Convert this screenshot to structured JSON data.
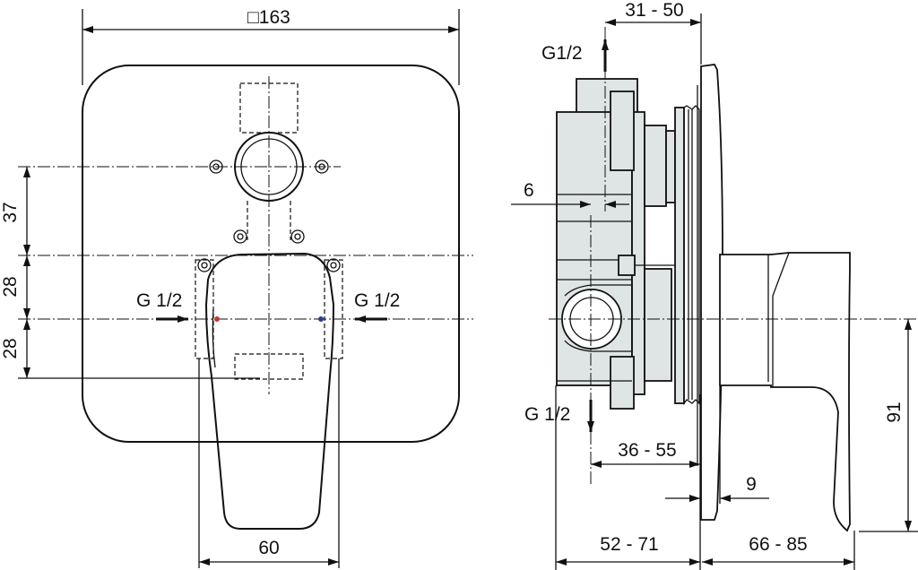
{
  "front_view": {
    "width_label": "□163",
    "dim_37": "37",
    "dim_28_upper": "28",
    "dim_28_lower": "28",
    "dim_60": "60",
    "inlet_left": "G 1/2",
    "inlet_right": "G 1/2",
    "hot_color": "#c0392b",
    "cold_color": "#2c3e8c"
  },
  "side_view": {
    "dim_31_50": "31 - 50",
    "outlet_top": "G1/2",
    "dim_6": "6",
    "outlet_bottom": "G 1/2",
    "dim_36_55": "36 - 55",
    "dim_9": "9",
    "dim_52_71": "52 - 71",
    "dim_66_85": "66 - 85",
    "dim_91": "91",
    "body_fill": "#dfe5e4"
  }
}
